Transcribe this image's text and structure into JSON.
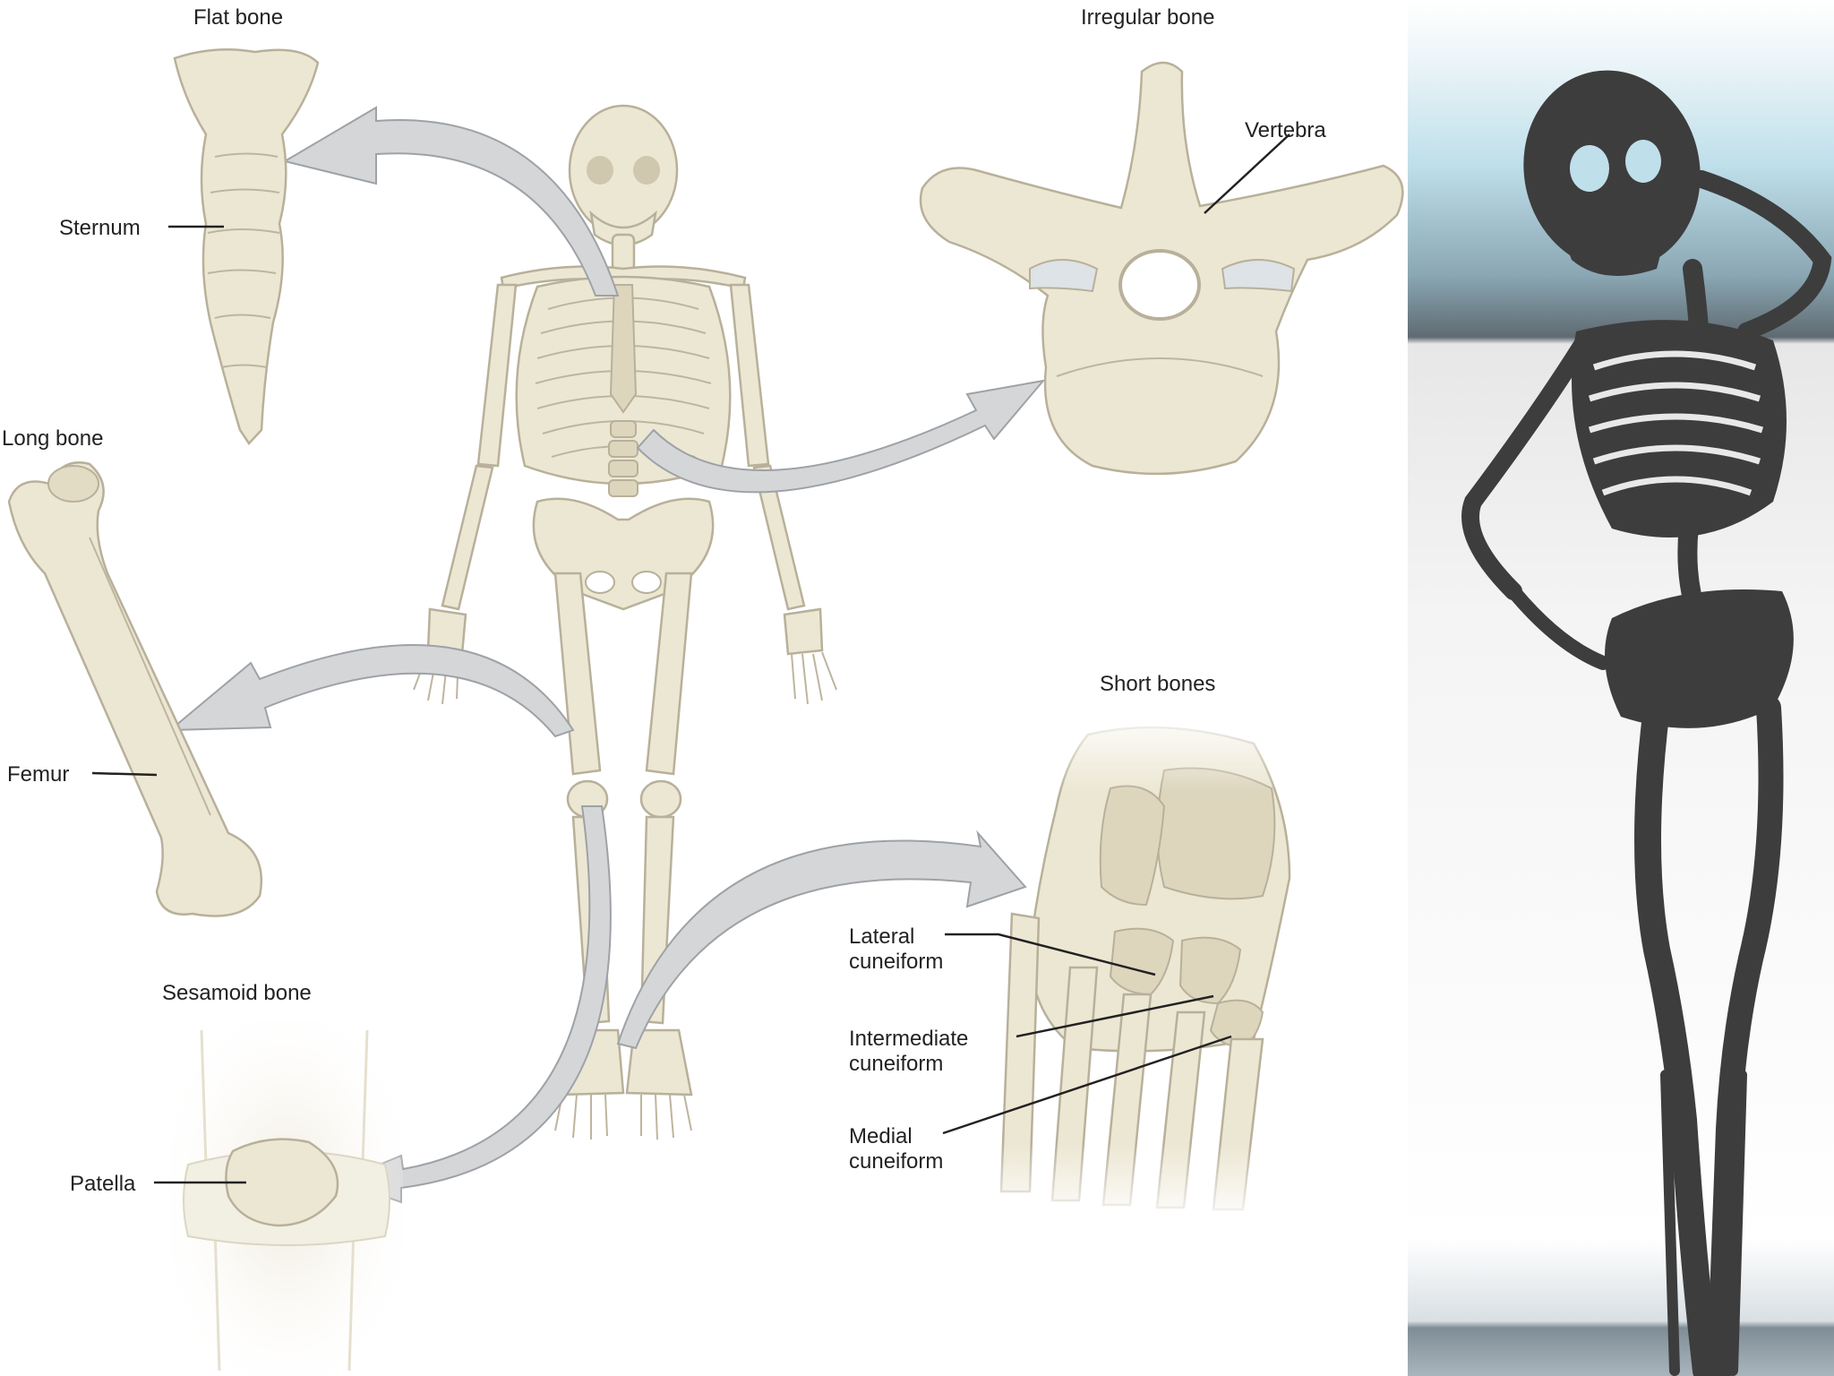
{
  "labels": {
    "flat_bone": "Flat bone",
    "sternum": "Sternum",
    "irregular_bone": "Irregular bone",
    "vertebra": "Vertebra",
    "long_bone": "Long bone",
    "femur": "Femur",
    "short_bones": "Short bones",
    "lateral_cuneiform_1": "Lateral",
    "lateral_cuneiform_2": "cuneiform",
    "intermediate_cuneiform_1": "Intermediate",
    "intermediate_cuneiform_2": "cuneiform",
    "medial_cuneiform_1": "Medial",
    "medial_cuneiform_2": "cuneiform",
    "sesamoid_bone": "Sesamoid bone",
    "patella": "Patella"
  },
  "colors": {
    "bone_fill": "#ece7d3",
    "bone_outline": "#b8b09a",
    "arrow_fill": "#d5d6d8",
    "silhouette": "#3d3d3d",
    "sky_top": "#c9e3ec"
  }
}
